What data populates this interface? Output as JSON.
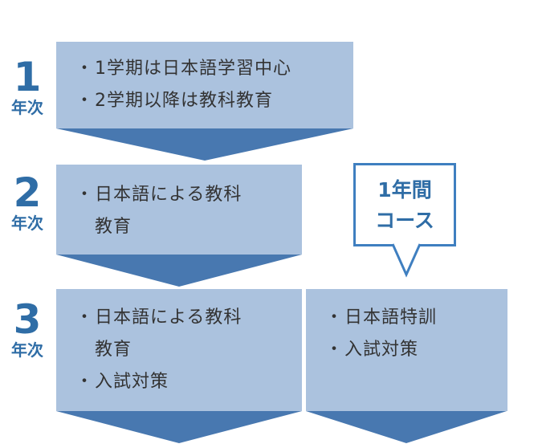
{
  "years": [
    {
      "num": "1",
      "unit": "年次"
    },
    {
      "num": "2",
      "unit": "年次"
    },
    {
      "num": "3",
      "unit": "年次"
    }
  ],
  "panels": {
    "year1": [
      "1学期は日本語学習中心",
      "2学期以降は教科教育"
    ],
    "year2": [
      "日本語による教科",
      "教育"
    ],
    "year3_main": [
      "日本語による教科",
      "教育",
      "入試対策"
    ],
    "year3_course": [
      "日本語特訓",
      "入試対策"
    ]
  },
  "callout": {
    "line1": "1年間",
    "line2": "コース"
  },
  "colors": {
    "panel": "#abc2de",
    "arrow": "#4878b0",
    "accent": "#2f6da6",
    "callout_border": "#3f7fc0",
    "text": "#333333"
  }
}
